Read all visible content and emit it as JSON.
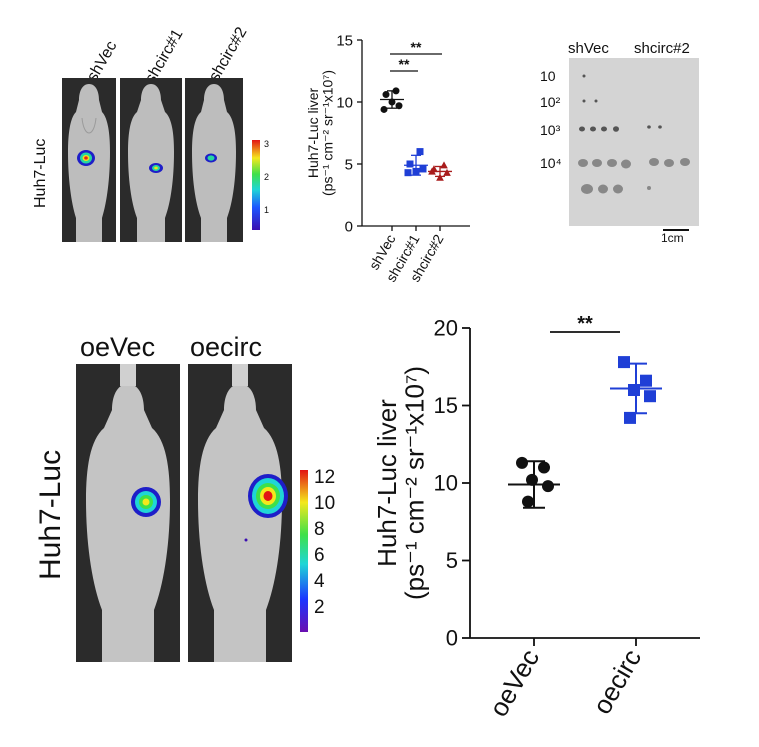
{
  "panel_a": {
    "row_label": "Huh7-Luc",
    "groups": [
      "shVec",
      "shcirc#1",
      "shcirc#2"
    ],
    "colorbar_ticks": [
      "3",
      "2",
      "1"
    ]
  },
  "panel_b": {
    "sig_top": "**",
    "sig_bottom": "**"
  },
  "panel_c": {
    "groups": [
      "shVec",
      "shcirc#2"
    ],
    "dilutions": [
      "10",
      "10²",
      "10³",
      "10⁴"
    ],
    "scale_bar": "1cm"
  },
  "panel_d": {
    "row_label": "Huh7-Luc",
    "groups": [
      "oeVec",
      "oecirc"
    ],
    "colorbar_ticks": [
      "12",
      "10",
      "8",
      "6",
      "4",
      "2"
    ]
  },
  "panel_e": {
    "sig": "**"
  },
  "chart_data": [
    {
      "type": "scatter",
      "ylabel": "Huh7-Luc liver (ps⁻¹ cm⁻² sr⁻¹x10⁷)",
      "ylim": [
        0,
        15
      ],
      "yticks": [
        0,
        5,
        10,
        15
      ],
      "categories": [
        "shVec",
        "shcirc#1",
        "shcirc#2"
      ],
      "series": [
        {
          "category": "shVec",
          "color": "#111111",
          "marker": "circle",
          "points": [
            10.9,
            10.6,
            9.7,
            10.0,
            9.4
          ],
          "mean": 10.2,
          "sd": 0.7
        },
        {
          "category": "shcirc#1",
          "color": "#1f3fd6",
          "marker": "square",
          "points": [
            6.0,
            5.0,
            4.6,
            4.4,
            4.3
          ],
          "mean": 4.9,
          "sd": 0.8
        },
        {
          "category": "shcirc#2",
          "color": "#a81c1c",
          "marker": "triangle",
          "points": [
            4.9,
            4.6,
            4.3,
            3.9,
            4.4
          ],
          "mean": 4.4,
          "sd": 0.4
        }
      ],
      "significance": [
        {
          "from": "shVec",
          "to": "shcirc#1",
          "label": "**"
        },
        {
          "from": "shVec",
          "to": "shcirc#2",
          "label": "**"
        }
      ]
    },
    {
      "type": "scatter",
      "ylabel": "Huh7-Luc liver (ps⁻¹ cm⁻² sr⁻¹x10⁷)",
      "ylim": [
        0,
        20
      ],
      "yticks": [
        0,
        5,
        10,
        15,
        20
      ],
      "categories": [
        "oeVec",
        "oecirc"
      ],
      "series": [
        {
          "category": "oeVec",
          "color": "#111111",
          "marker": "circle",
          "points": [
            11.3,
            11.0,
            10.2,
            9.8,
            8.8
          ],
          "mean": 9.9,
          "sd": 1.5
        },
        {
          "category": "oecirc",
          "color": "#1f3fd6",
          "marker": "square",
          "points": [
            17.8,
            16.6,
            16.0,
            15.6,
            14.2
          ],
          "mean": 16.1,
          "sd": 1.6
        }
      ],
      "significance": [
        {
          "from": "oeVec",
          "to": "oecirc",
          "label": "**"
        }
      ]
    }
  ]
}
